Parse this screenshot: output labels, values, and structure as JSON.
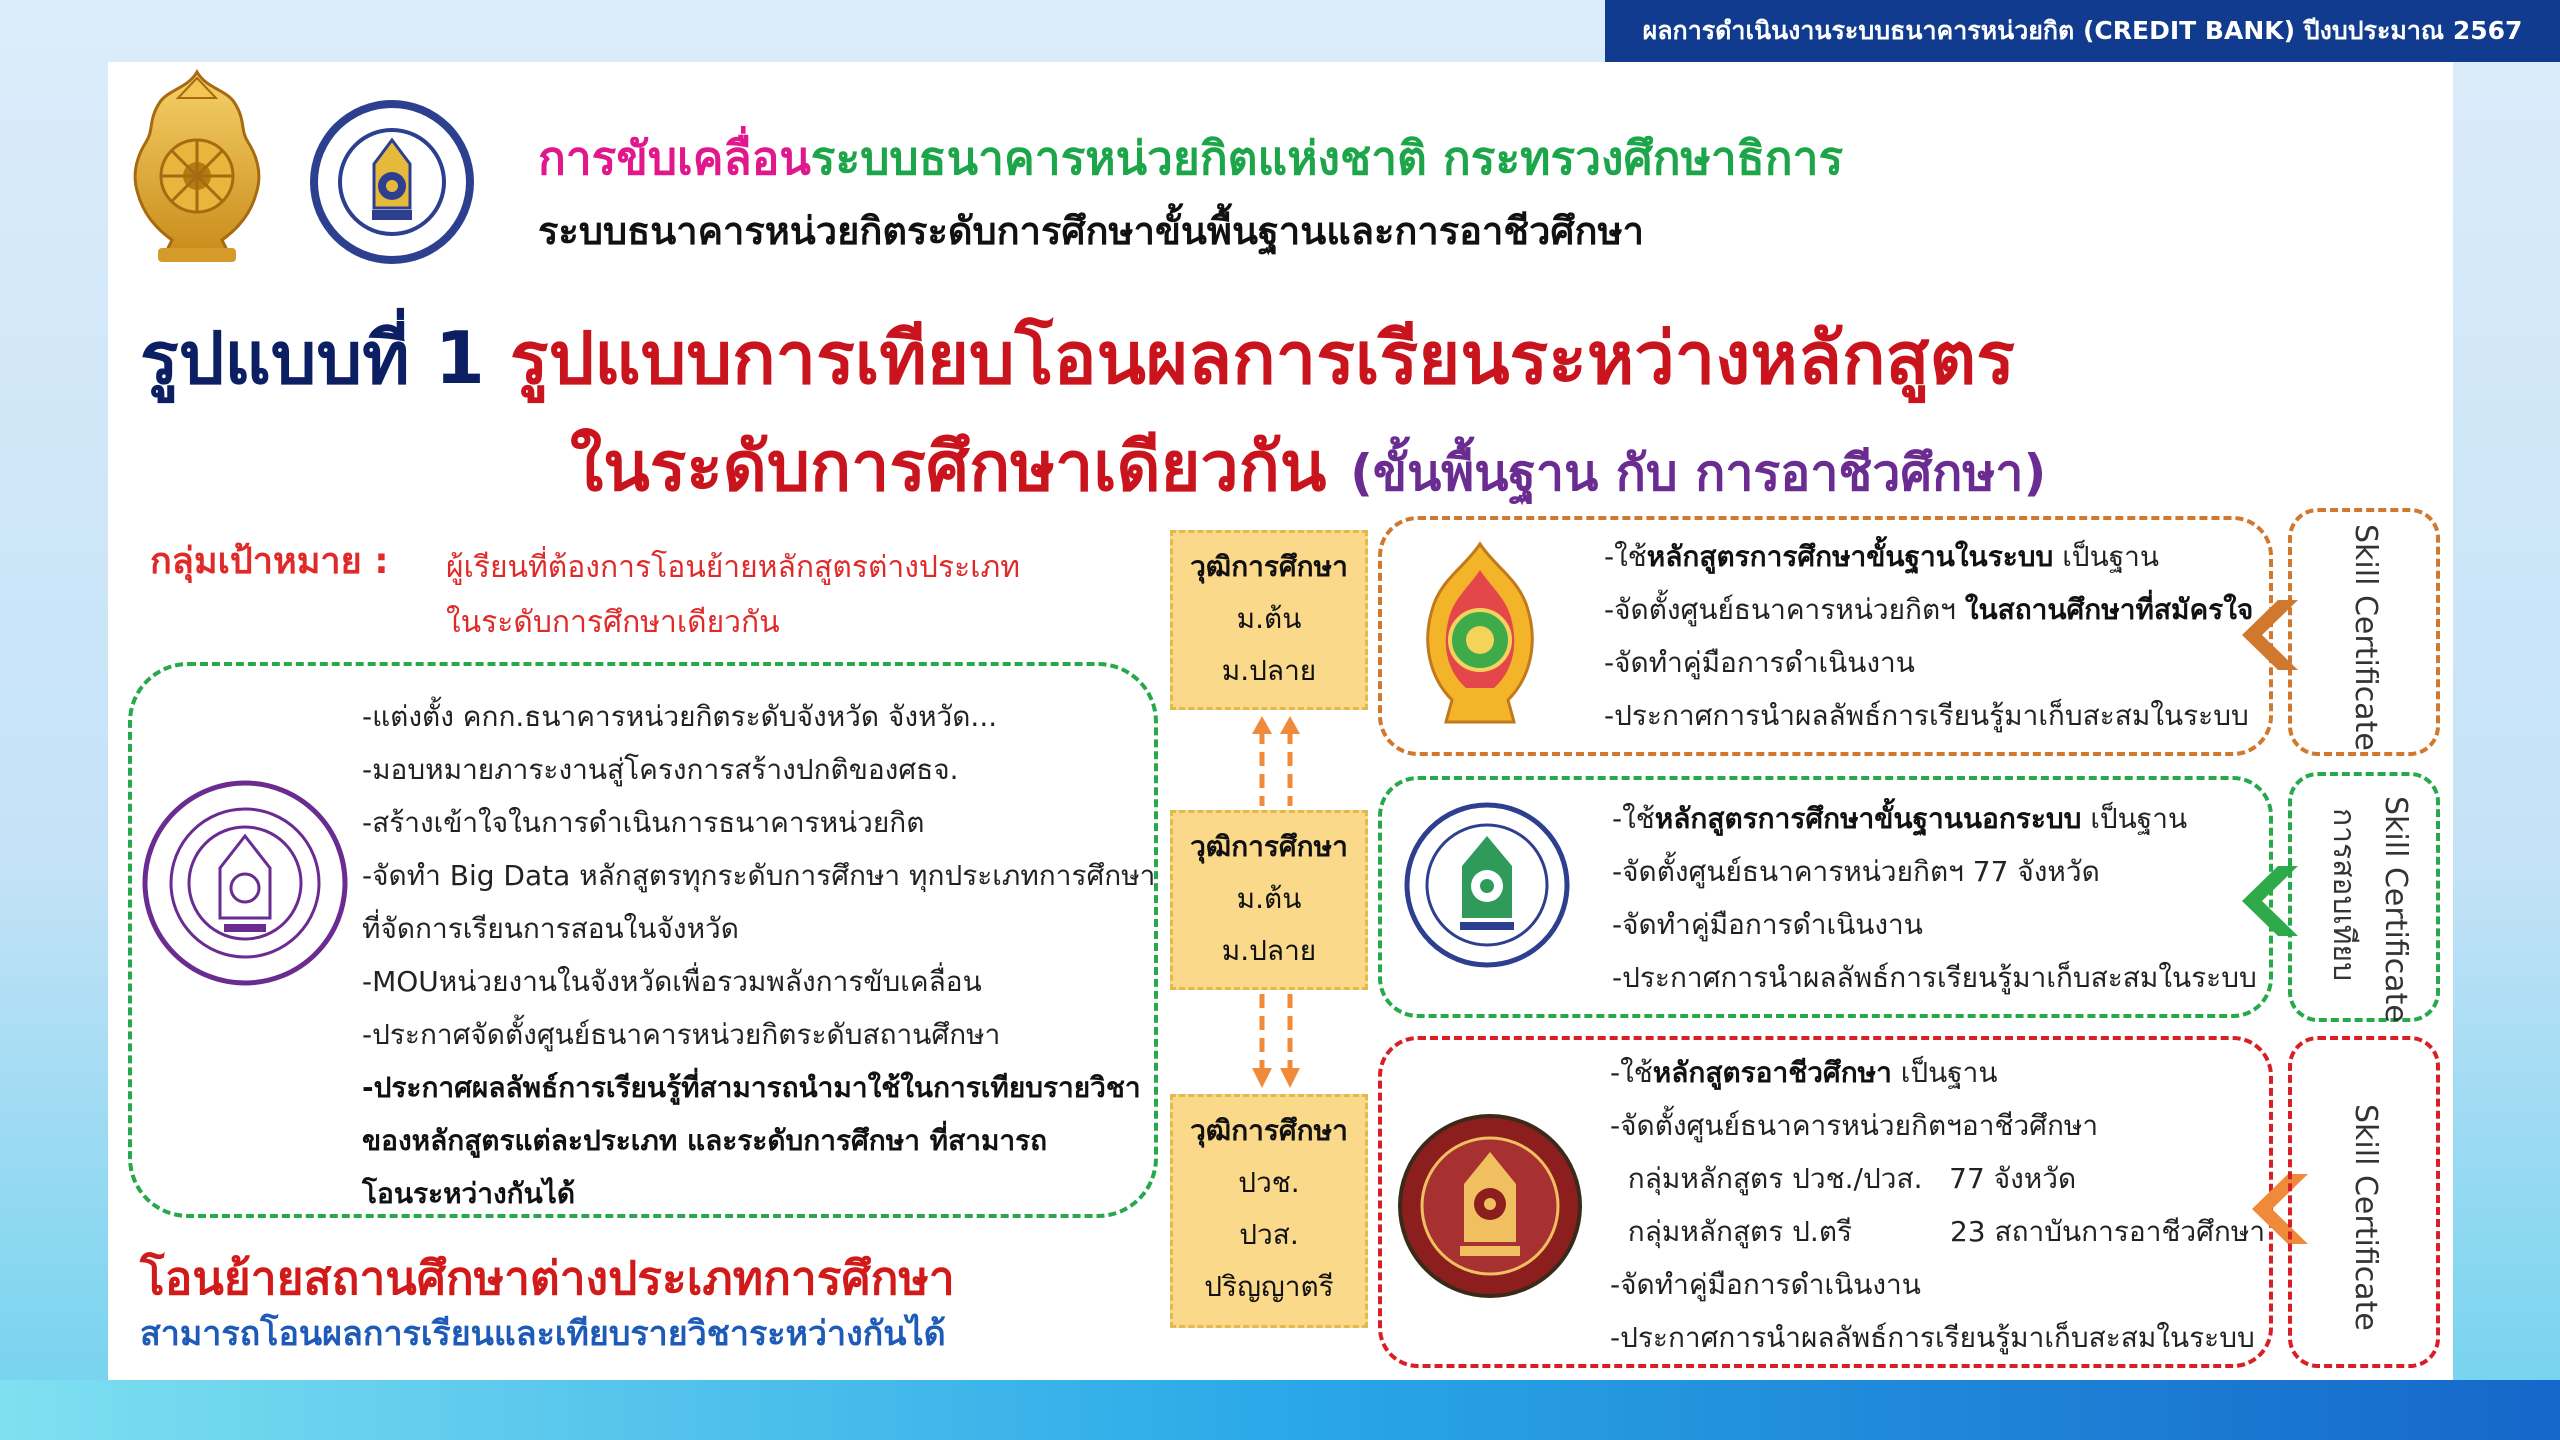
{
  "banner": {
    "text": "ผลการดำเนินงานระบบธนาคารหน่วยกิต (CREDIT BANK) ปีงบประมาณ 2567"
  },
  "header": {
    "line1_part1": "การขับเคลื่อน",
    "line1_part2": "ระบบธนาคารหน่วยกิตแห่งชาติ กระทรวงศึกษาธิการ",
    "line2": "ระบบธนาคารหน่วยกิตระดับการศึกษาขั้นพื้นฐานและการอาชีวศึกษา"
  },
  "title": {
    "model_number": "รูปแบบที่ 1",
    "model_name": "รูปแบบการเทียบโอนผลการเรียนระหว่างหลักสูตร",
    "line2": "ในระดับการศึกษาเดียวกัน",
    "line2_sub": "(ขั้นพื้นฐาน กับ การอาชีวศึกษา)"
  },
  "target": {
    "label": "กลุ่มเป้าหมาย :",
    "desc_line1": "ผู้เรียนที่ต้องการโอนย้ายหลักสูตรต่างประเภท",
    "desc_line2": "ในระดับการศึกษาเดียวกัน"
  },
  "left_list": [
    "-แต่งตั้ง คกก.ธนาคารหน่วยกิตระดับจังหวัด จังหวัด...",
    "-มอบหมายภาระงานสู่โครงการสร้างปกติของศธจ.",
    "-สร้างเข้าใจในการดำเนินการธนาคารหน่วยกิต",
    "-จัดทำ Big Data หลักสูตรทุกระดับการศึกษา ทุกประเภทการศึกษา",
    " ที่จัดการเรียนการสอนในจังหวัด",
    "-MOUหน่วยงานในจังหวัดเพื่อรวมพลังการขับเคลื่อน",
    "-ประกาศจัดตั้งศูนย์ธนาคารหน่วยกิตระดับสถานศึกษา",
    "-ประกาศผลลัพธ์การเรียนรู้ที่สามารถนำมาใช้ในการเทียบรายวิชา",
    " ของหลักสูตรแต่ละประเภท และระดับการศึกษา ที่สามารถ",
    " โอนระหว่างกันได้"
  ],
  "footer": {
    "line1": "โอนย้ายสถานศึกษาต่างประเภทการศึกษา",
    "line2": "สามารถโอนผลการเรียนและเทียบรายวิชาระหว่างกันได้"
  },
  "levels": [
    {
      "title": "วุฒิการศึกษา",
      "items": [
        "ม.ต้น",
        "ม.ปลาย"
      ]
    },
    {
      "title": "วุฒิการศึกษา",
      "items": [
        "ม.ต้น",
        "ม.ปลาย"
      ]
    },
    {
      "title": "วุฒิการศึกษา",
      "items": [
        "ปวช.",
        "ปวส.",
        "ปริญญาตรี"
      ]
    }
  ],
  "boxes": [
    {
      "l1_pre": "-ใช้",
      "l1_bold": "หลักสูตรการศึกษาขั้นฐานในระบบ",
      "l1_post": " เป็นฐาน",
      "l2_pre": "-จัดตั้งศูนย์ธนาคารหน่วยกิตฯ ",
      "l2_bold": "ในสถานศึกษาที่สมัครใจ",
      "l3": "-จัดทำคู่มือการดำเนินงาน",
      "l4": "-ประกาศการนำผลลัพธ์การเรียนรู้มาเก็บสะสมในระบบ"
    },
    {
      "l1_pre": "-ใช้",
      "l1_bold": "หลักสูตรการศึกษาขั้นฐานนอกระบบ",
      "l1_post": " เป็นฐาน",
      "l2": "-จัดตั้งศูนย์ธนาคารหน่วยกิตฯ 77 จังหวัด",
      "l3": "-จัดทำคู่มือการดำเนินงาน",
      "l4": "-ประกาศการนำผลลัพธ์การเรียนรู้มาเก็บสะสมในระบบ"
    },
    {
      "l1_pre": "-ใช้",
      "l1_bold": "หลักสูตรอาชีวศึกษา",
      "l1_post": " เป็นฐาน",
      "l2": "-จัดตั้งศูนย์ธนาคารหน่วยกิตฯอาชีวศึกษา",
      "l3": "  กลุ่มหลักสูตร ปวช./ปวส.   77 จังหวัด",
      "l4": "  กลุ่มหลักสูตร ป.ตรี           23 สถาบันการอาชีวศึกษา",
      "l5": "-จัดทำคู่มือการดำเนินงาน",
      "l6": "-ประกาศการนำผลลัพธ์การเรียนรู้มาเก็บสะสมในระบบ"
    }
  ],
  "skills": [
    {
      "label": "Skill Certificate"
    },
    {
      "label": "Skill Certificate",
      "label2": "การสอบเทียบ"
    },
    {
      "label": "Skill Certificate"
    }
  ],
  "colors": {
    "orange": "#d0782e",
    "green": "#27a84a",
    "red": "#d81f26",
    "level_fill": "#fbd98a",
    "navy": "#113b8f"
  },
  "icons": {
    "ministry": "ministry-of-education-emblem",
    "council": "office-of-education-council-seal",
    "permanent_secretary": "permanent-secretary-office-seal",
    "obec": "basic-education-commission-emblem",
    "nfe": "non-formal-education-seal",
    "vec": "vocational-education-commission-seal"
  }
}
